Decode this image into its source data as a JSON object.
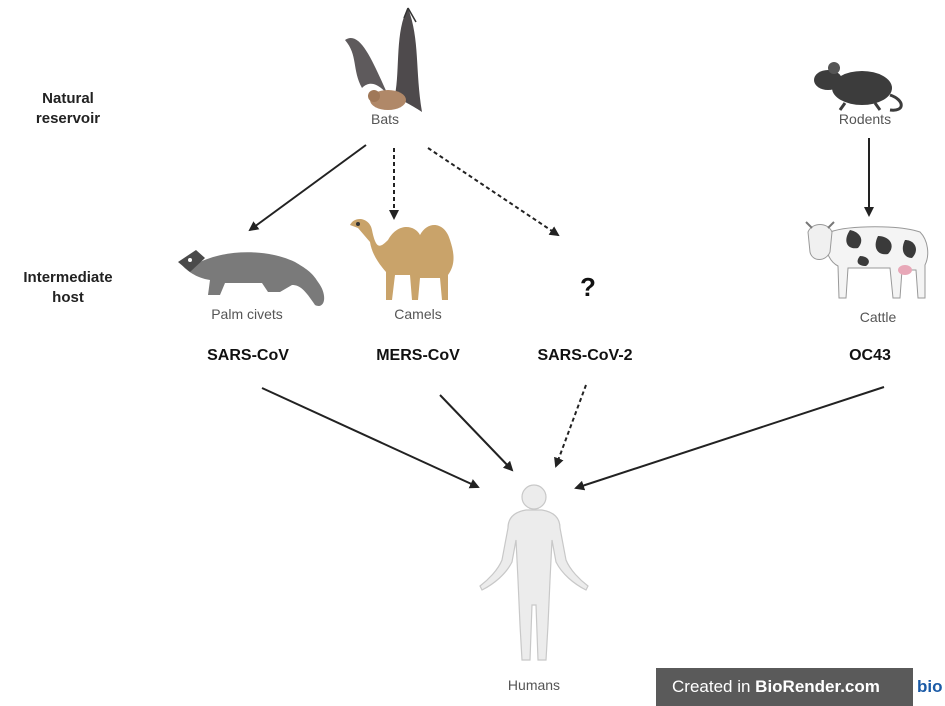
{
  "rows": {
    "natural_reservoir": "Natural\nreservoir",
    "intermediate_host": "Intermediate\nhost"
  },
  "animals": {
    "bats": "Bats",
    "rodents": "Rodents",
    "palm_civets": "Palm civets",
    "camels": "Camels",
    "cattle": "Cattle",
    "humans": "Humans"
  },
  "unknown_host": "?",
  "viruses": {
    "sars_cov": "SARS-CoV",
    "mers_cov": "MERS-CoV",
    "sars_cov_2": "SARS-CoV-2",
    "oc43": "OC43"
  },
  "watermark": {
    "prefix": "Created in ",
    "brand": "BioRender.com",
    "logo": "bio"
  },
  "colors": {
    "arrow": "#222222",
    "animal_gray": "#6b6b6b",
    "camel": "#c9a36a",
    "human": "#e9e9e9"
  }
}
